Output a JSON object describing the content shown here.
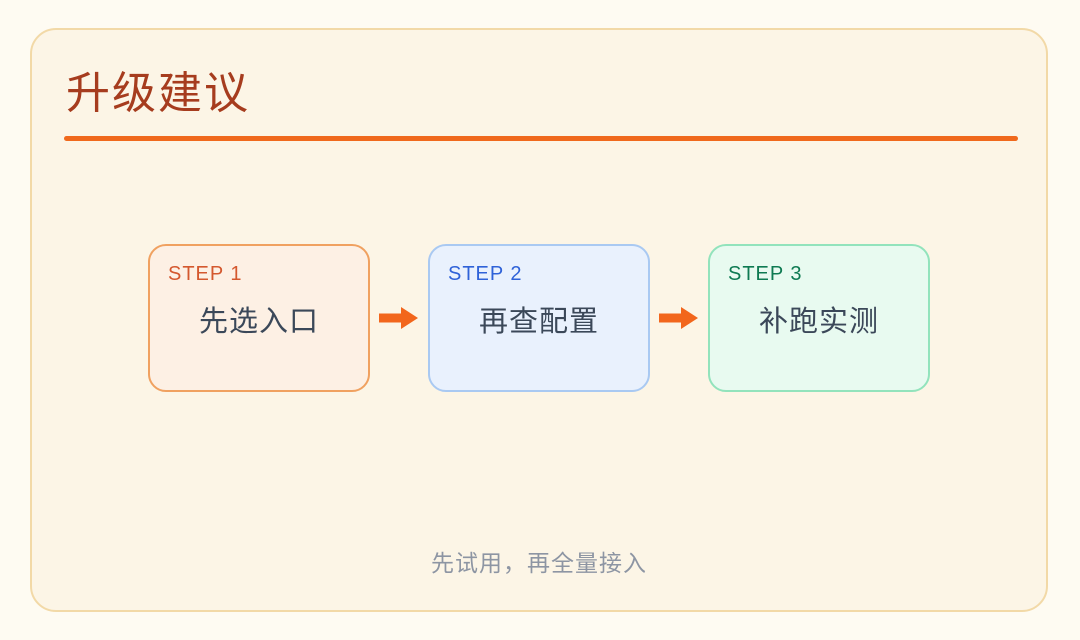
{
  "page": {
    "title": "升级建议",
    "footer_note": "先试用，再全量接入"
  },
  "steps": [
    {
      "label": "STEP 1",
      "text": "先选入口",
      "bg_color": "#FDF0E4",
      "border_color": "#F0A160",
      "label_color": "#D4582E"
    },
    {
      "label": "STEP 2",
      "text": "再查配置",
      "bg_color": "#E9F1FD",
      "border_color": "#A9C9F2",
      "label_color": "#2F62D8"
    },
    {
      "label": "STEP 3",
      "text": "补跑实测",
      "bg_color": "#E8FAF0",
      "border_color": "#92E3BC",
      "label_color": "#0E7A52"
    }
  ],
  "icons": {
    "arrow": "right-block-arrow"
  },
  "colors": {
    "page_bg": "#FEFBF2",
    "card_bg": "#FCF5E6",
    "card_border": "#F2D9A7",
    "title": "#A63C1E",
    "divider": "#F0691C",
    "arrow": "#F2661C",
    "body_text": "#3B4859",
    "footer_text": "#8D95A3"
  }
}
